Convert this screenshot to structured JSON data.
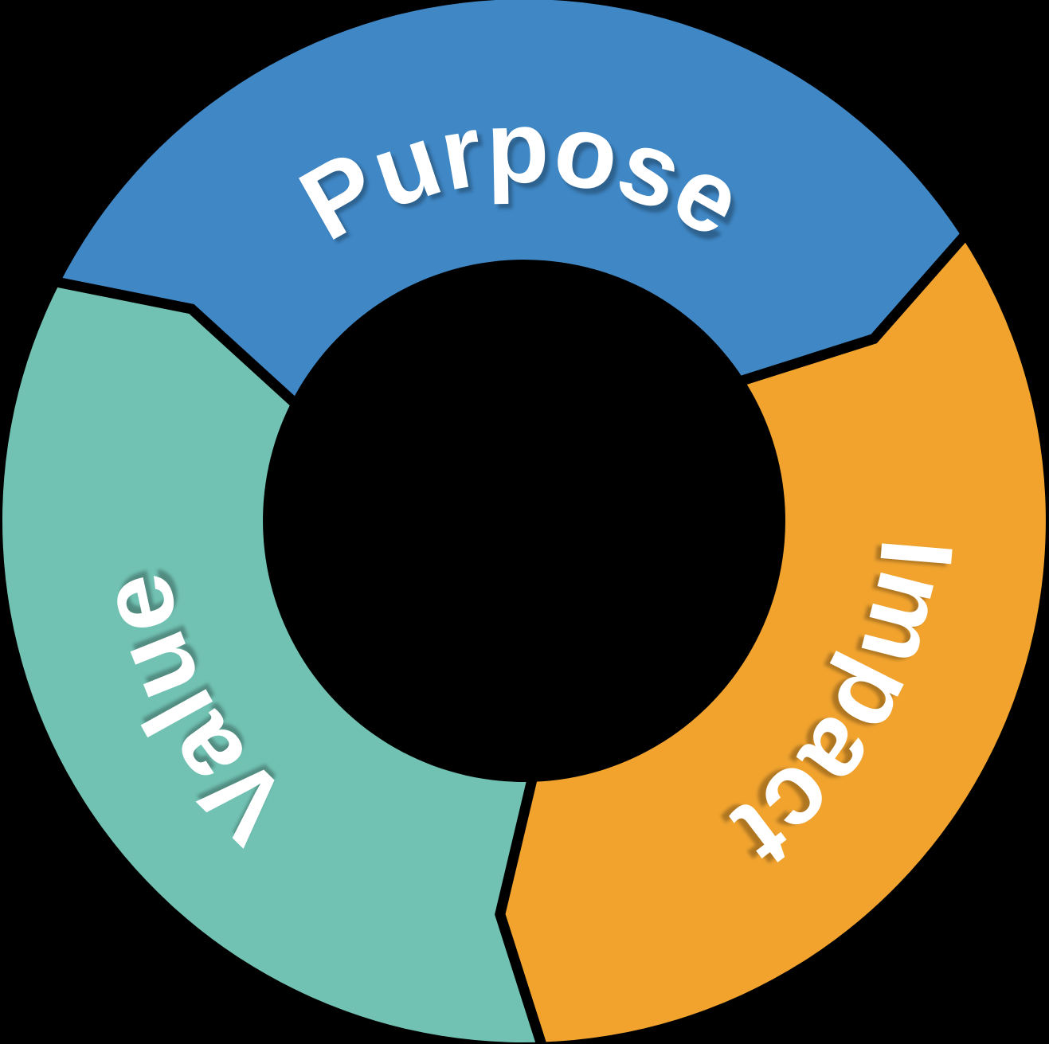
{
  "diagram": {
    "type": "cycle-donut-arrows",
    "background": "#000000",
    "gap_color": "#000000",
    "text_color": "#FFFFFF",
    "shadow_color": "#000000",
    "segments": [
      {
        "id": "purpose",
        "label": "Purpose",
        "color": "#3F87C5",
        "position": "top"
      },
      {
        "id": "impact",
        "label": "Impact",
        "color": "#F1A32E",
        "position": "lower-right"
      },
      {
        "id": "value",
        "label": "Value",
        "color": "#71C2B3",
        "position": "lower-left"
      }
    ],
    "flow_direction": "clockwise",
    "segment_count": "3"
  }
}
